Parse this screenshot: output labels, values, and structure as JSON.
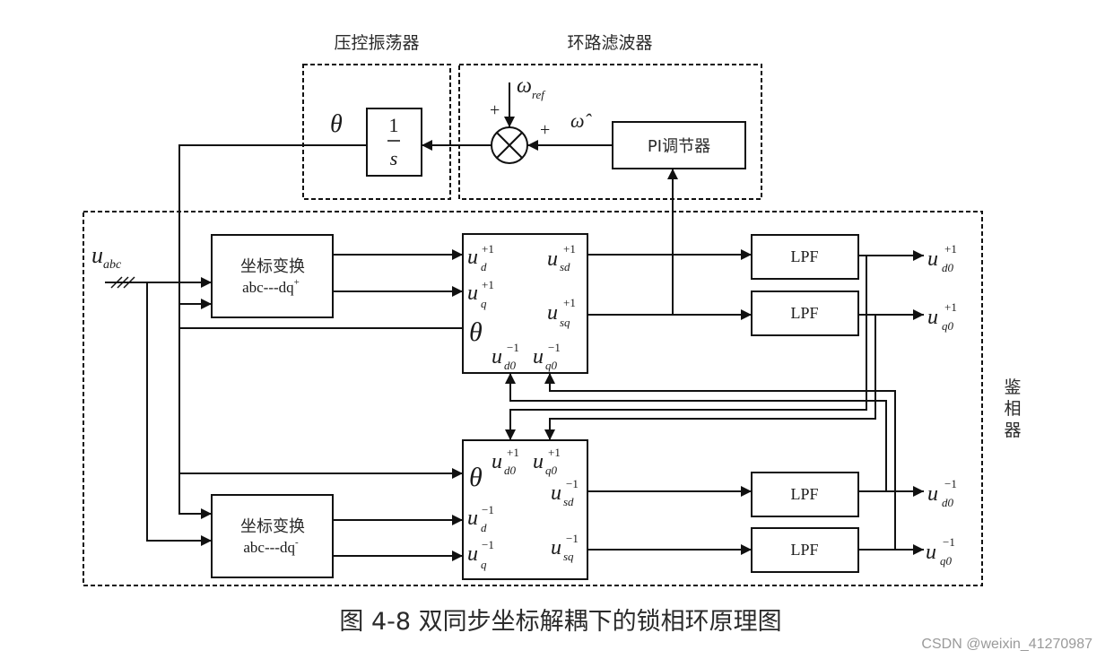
{
  "diagram": {
    "caption": "图 4-8  双同步坐标解耦下的锁相环原理图",
    "watermark": "CSDN @weixin_41270987",
    "groups": {
      "vco": {
        "label": "压控振荡器"
      },
      "loop_filter": {
        "label": "环路滤波器"
      },
      "phase_detector": {
        "label": "鉴相器",
        "chars": [
          "鉴",
          "相",
          "器"
        ]
      }
    },
    "blocks": {
      "integrator": {
        "numerator": "1",
        "denominator": "s"
      },
      "pi": {
        "label": "PI调节器"
      },
      "transform_pos": {
        "line1": "坐标变换",
        "line2": "abc---dq",
        "sup": "+"
      },
      "transform_neg": {
        "line1": "坐标变换",
        "line2": "abc---dq",
        "sup": "-"
      },
      "lpf_labels": [
        "LPF",
        "LPF",
        "LPF",
        "LPF"
      ]
    },
    "signals": {
      "theta": "θ",
      "omega_ref": {
        "base": "ω",
        "sub": "ref"
      },
      "omega_hat": "ω̂",
      "plus": "+",
      "u_abc": {
        "base": "u",
        "sub": "abc"
      },
      "u_base": "u",
      "pos": "+1",
      "neg": "−1"
    },
    "decoupling_pos": {
      "inputs": [
        {
          "sub": "d",
          "sup": "+1"
        },
        {
          "sub": "q",
          "sup": "+1"
        }
      ],
      "outputs": [
        {
          "sub": "sd",
          "sup": "+1"
        },
        {
          "sub": "sq",
          "sup": "+1"
        }
      ],
      "feedback": [
        {
          "sub": "d0",
          "sup": "−1"
        },
        {
          "sub": "q0",
          "sup": "−1"
        }
      ]
    },
    "decoupling_neg": {
      "feedback": [
        {
          "sub": "d0",
          "sup": "+1"
        },
        {
          "sub": "q0",
          "sup": "+1"
        }
      ],
      "outputs": [
        {
          "sub": "sd",
          "sup": "−1"
        },
        {
          "sub": "sq",
          "sup": "−1"
        }
      ],
      "inputs": [
        {
          "sub": "d",
          "sup": "−1"
        },
        {
          "sub": "q",
          "sup": "−1"
        }
      ]
    },
    "final_outputs": [
      {
        "sub": "d0",
        "sup": "+1"
      },
      {
        "sub": "q0",
        "sup": "+1"
      },
      {
        "sub": "d0",
        "sup": "−1"
      },
      {
        "sub": "q0",
        "sup": "−1"
      }
    ]
  }
}
